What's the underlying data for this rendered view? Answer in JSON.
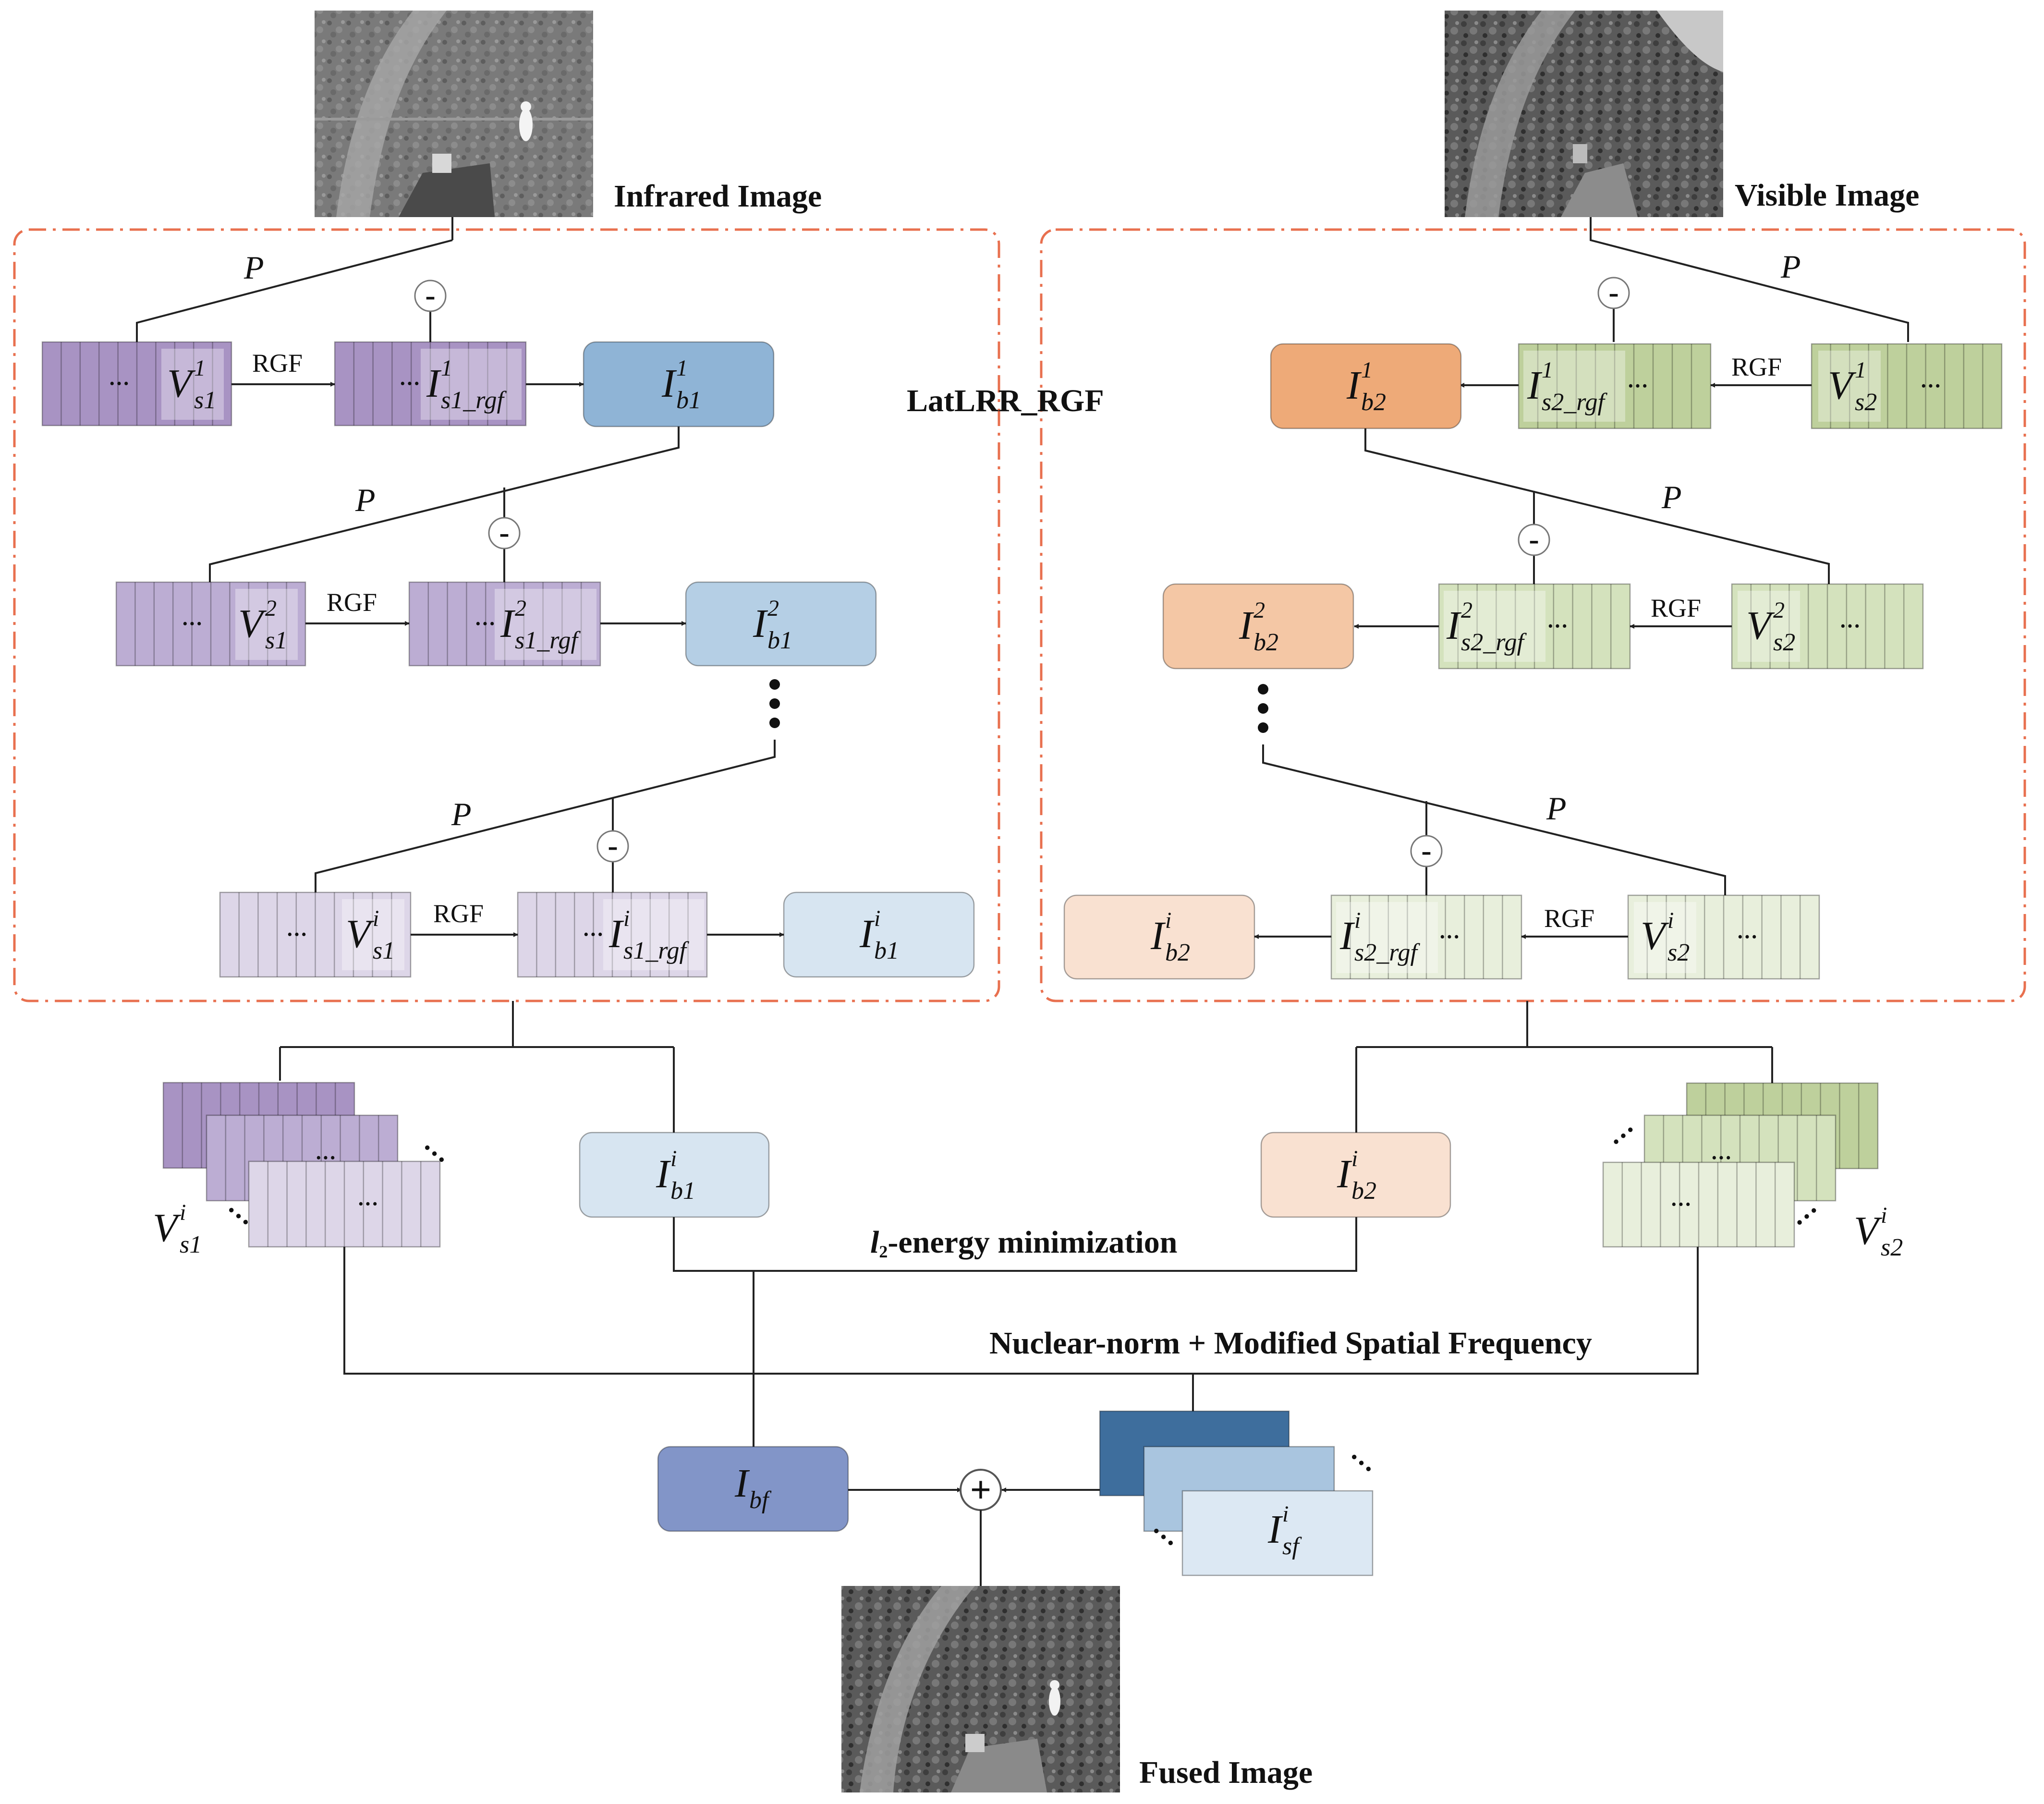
{
  "labels": {
    "infrared_image": "Infrared Image",
    "visible_image": "Visible Image",
    "fused_image": "Fused Image",
    "latlrr_rgf": "LatLRR_RGF",
    "l2_energy": "-energy minimization",
    "l2_prefix": "l",
    "l2_prefix_sub": "2",
    "nuclear_norm": "Nuclear-norm + Modified Spatial Frequency"
  },
  "symbols": {
    "projection": "P",
    "rgf": "RGF",
    "minus": "-",
    "plus": "+",
    "ellipsis": "···"
  },
  "math": {
    "V": "V",
    "I": "I",
    "sup_1": "1",
    "sup_2": "2",
    "sup_i": "i",
    "sub_s1": "s1",
    "sub_s2": "s2",
    "sub_s1_rgf": "s1_rgf",
    "sub_s2_rgf": "s2_rgf",
    "sub_b1": "b1",
    "sub_b2": "b2",
    "sub_bf": "bf",
    "sub_sf": "sf"
  },
  "colors": {
    "frame_dash": "#e8704f",
    "purple_1": "#a893c3",
    "purple_2": "#bcadd3",
    "purple_3": "#ddd6e8",
    "green_1": "#bed09c",
    "green_2": "#d4e2bd",
    "green_3": "#e8efdc",
    "blue_1": "#8fb4d6",
    "blue_2": "#b5cfe5",
    "blue_3": "#d7e5f1",
    "orange_1": "#eeaa78",
    "orange_2": "#f4c7a5",
    "orange_3": "#f9e1d1",
    "fused_base": "#8295c8",
    "fused_dark": "#3e6e9d",
    "fused_mid": "#a9c5df",
    "fused_light": "#dce8f3"
  }
}
